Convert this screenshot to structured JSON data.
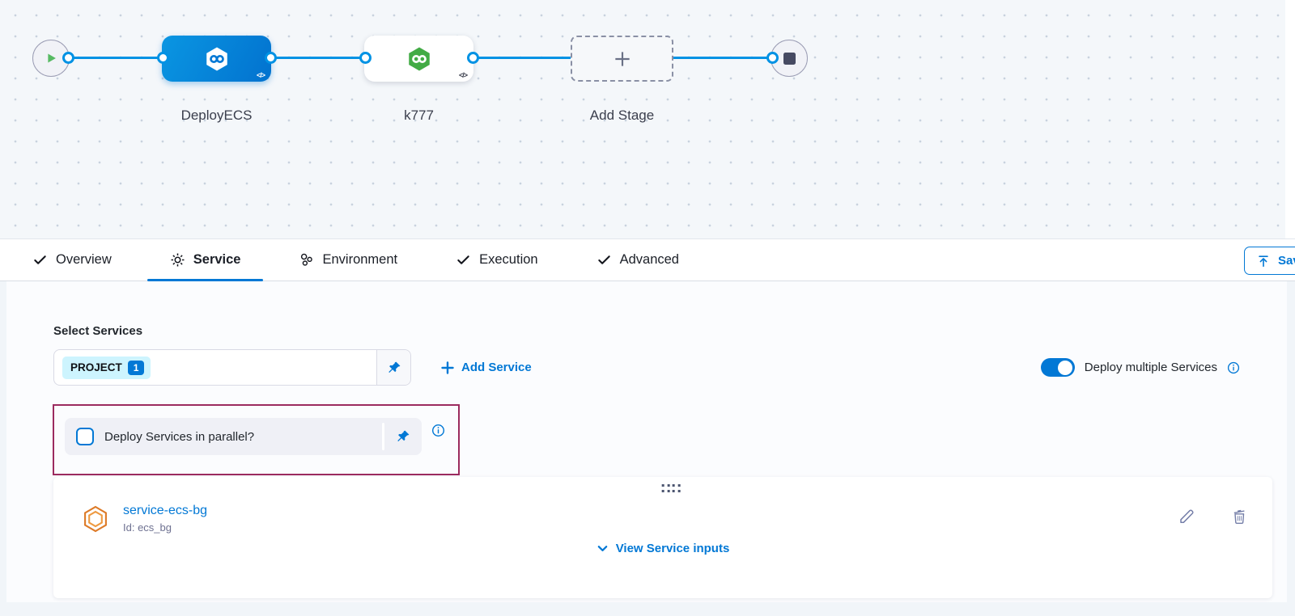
{
  "canvas": {
    "stages": [
      {
        "label": "DeployECS"
      },
      {
        "label": "k777"
      }
    ],
    "add_stage_label": "Add Stage"
  },
  "tabs": [
    {
      "label": "Overview",
      "icon": "check-icon"
    },
    {
      "label": "Service",
      "icon": "gear-icon",
      "active": true
    },
    {
      "label": "Environment",
      "icon": "environment-icon"
    },
    {
      "label": "Execution",
      "icon": "check-icon"
    },
    {
      "label": "Advanced",
      "icon": "check-icon"
    }
  ],
  "toolbar": {
    "save_label": "Save"
  },
  "services": {
    "section_label": "Select Services",
    "selected_tag": "PROJECT",
    "selected_count": "1",
    "add_service_label": "Add Service",
    "deploy_multiple_label": "Deploy multiple Services",
    "parallel_label": "Deploy Services in parallel?",
    "parallel_checked": false,
    "deploy_multiple_on": true
  },
  "service_card": {
    "name": "service-ecs-bg",
    "id": "Id: ecs_bg",
    "view_inputs_label": "View Service inputs"
  },
  "colors": {
    "accent": "#0278D5",
    "connector": "#0092E4",
    "stage_green": "#42AB45",
    "highlight_border": "#9C2B5F",
    "tag_background": "#CDF4FE"
  }
}
